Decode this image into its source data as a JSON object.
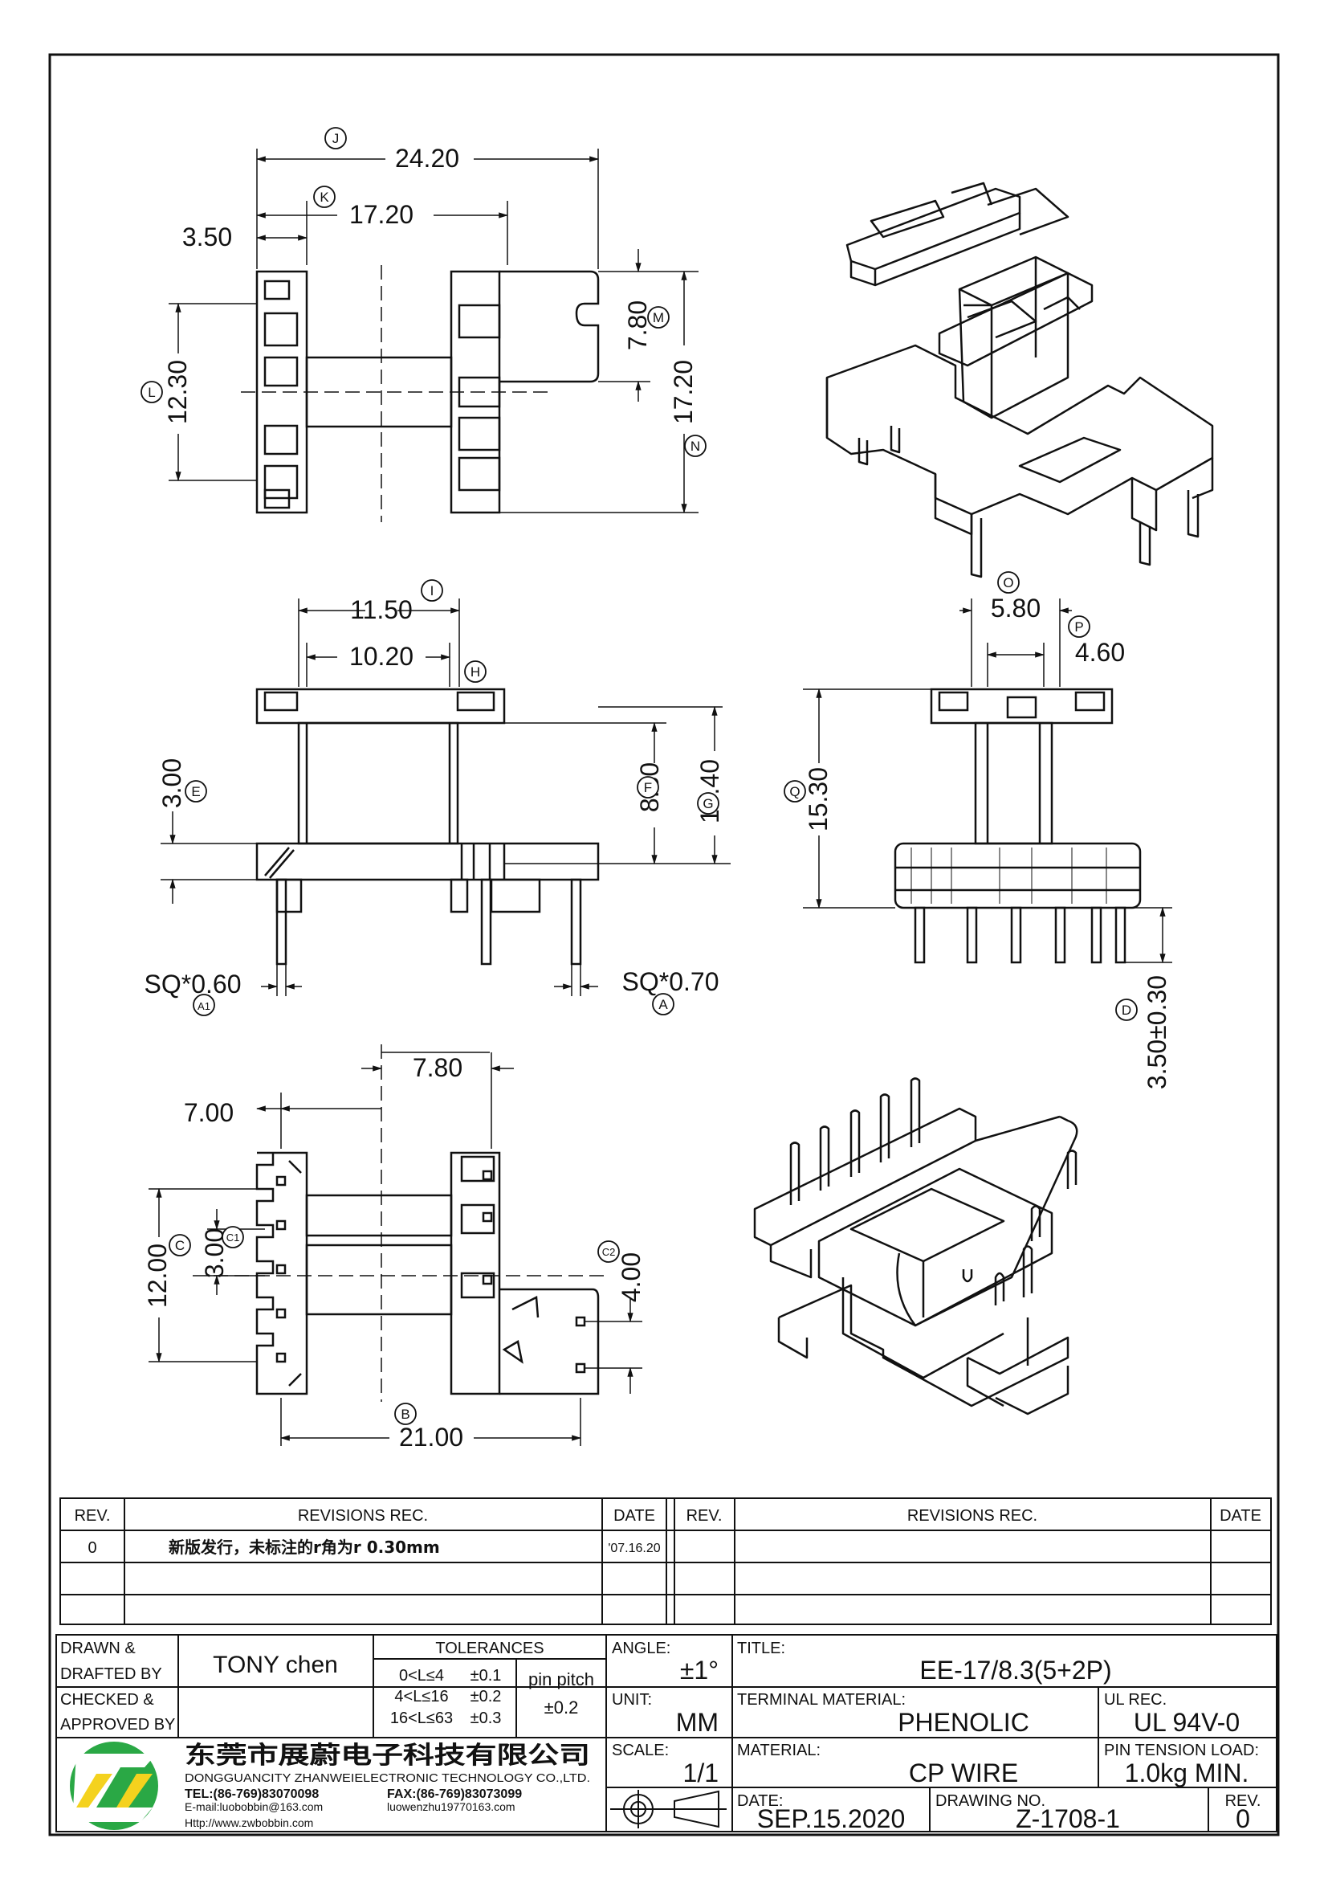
{
  "dims": {
    "top_width": "24.20",
    "top_inner": "17.20",
    "top_left_flange": "3.50",
    "top_left_height": "12.30",
    "top_notch": "7.80",
    "top_right_height": "17.20",
    "front_outer": "11.50",
    "front_inner": "10.20",
    "front_flange": "3.00",
    "front_inner_height": "8.30",
    "front_outer_height": "10.40",
    "sq_left": "SQ*0.60",
    "sq_right": "SQ*0.70",
    "side_top": "5.80",
    "side_core": "4.60",
    "side_height": "15.30",
    "pin_length": "3.50±0.30",
    "bot_offset": "7.80",
    "bot_left": "7.00",
    "bot_height": "12.00",
    "bot_pitch": "3.00",
    "bot_right_pitch": "4.00",
    "bot_width": "21.00"
  },
  "markers": {
    "J": "J",
    "K": "K",
    "L": "L",
    "M": "M",
    "N": "N",
    "I": "I",
    "H": "H",
    "E": "E",
    "F": "F",
    "G": "G",
    "A1": "A1",
    "A": "A",
    "O": "O",
    "P": "P",
    "Q": "Q",
    "D": "D",
    "C": "C",
    "C1": "C1",
    "C2": "C2",
    "B": "B"
  },
  "revisions": {
    "headers": {
      "rev": "REV.",
      "revisions": "REVISIONS   REC.",
      "date": "DATE"
    },
    "rows": [
      {
        "rev": "0",
        "text": "新版发行，未标注的r角为r 0.30mm",
        "date": "'07.16.20"
      }
    ]
  },
  "title_block": {
    "drawn_label_1": "DRAWN &",
    "drawn_label_2": "DRAFTED BY",
    "drawn_value": "TONY  chen",
    "checked_label_1": "CHECKED &",
    "checked_label_2": "APPROVED BY",
    "tolerances_label": "TOLERANCES",
    "tol_rows": [
      {
        "range": "0<L≤4",
        "val": "±0.1"
      },
      {
        "range": "4<L≤16",
        "val": "±0.2"
      },
      {
        "range": "16<L≤63",
        "val": "±0.3"
      }
    ],
    "pin_pitch_label": "pin pitch",
    "pin_pitch_val": "±0.2",
    "angle_label": "ANGLE:",
    "angle_val": "±1°",
    "unit_label": "UNIT:",
    "unit_val": "MM",
    "scale_label": "SCALE:",
    "scale_val": "1/1",
    "title_label": "TITLE:",
    "title_val": "EE-17/8.3(5+2P)",
    "terminal_label": "TERMINAL MATERIAL:",
    "terminal_val": "PHENOLIC",
    "ul_label": "UL REC.",
    "ul_val": "UL 94V-0",
    "material_label": "MATERIAL:",
    "material_val": "CP  WIRE",
    "pin_tension_label": "PIN TENSION LOAD:",
    "pin_tension_val": "1.0kg  MIN.",
    "date_label": "DATE:",
    "date_val": "SEP.15.2020",
    "drawing_no_label": "DRAWING NO.",
    "drawing_no_val": "Z-1708-1",
    "rev_label": "REV.",
    "rev_val": "0"
  },
  "company": {
    "name_cn": "东莞市展蔚电子科技有限公司",
    "name_en": "DONGGUANCITY ZHANWEIELECTRONIC TECHNOLOGY CO.,LTD.",
    "tel": "TEL:(86-769)83070098",
    "fax": "FAX:(86-769)83073099",
    "email": "E-mail:luobobbin@163.com",
    "email2": "luowenzhu19770163.com",
    "http": "Http://www.zwbobbin.com",
    "colors": {
      "green": "#2aa845",
      "yellow": "#f4d21e"
    }
  }
}
